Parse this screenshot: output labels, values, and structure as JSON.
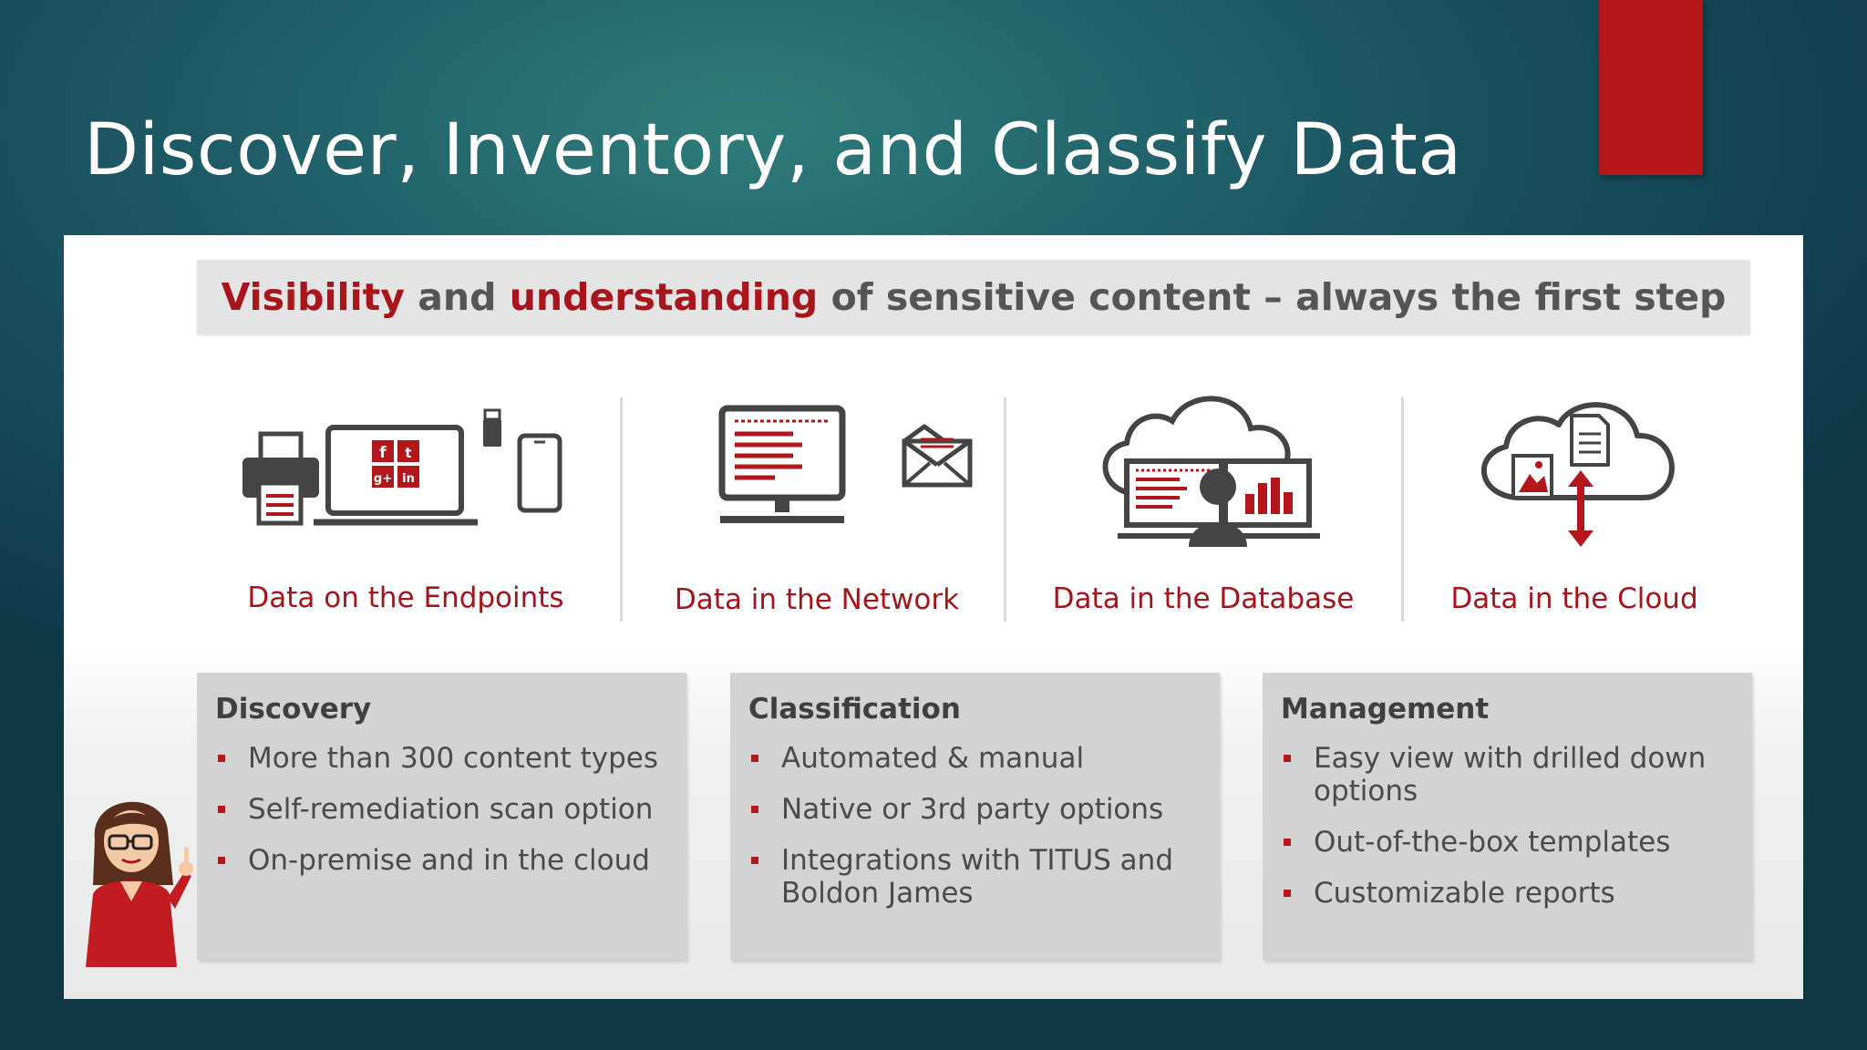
{
  "slide": {
    "title": "Discover, Inventory, and Classify Data"
  },
  "headline": {
    "part1": "Visibility",
    "part2": " and ",
    "part3": "understanding",
    "part4": " of sensitive content – always the first step"
  },
  "categories": [
    {
      "label": "Data on the Endpoints",
      "icon": "endpoints-devices-icon"
    },
    {
      "label": "Data in the Network",
      "icon": "network-monitor-icon"
    },
    {
      "label": "Data in the Database",
      "icon": "database-cloud-icon"
    },
    {
      "label": "Data in the Cloud",
      "icon": "cloud-storage-icon"
    }
  ],
  "cards": [
    {
      "title": "Discovery",
      "items": [
        "More than 300 content types",
        "Self-remediation scan option",
        "On-premise and in the cloud"
      ]
    },
    {
      "title": "Classification",
      "items": [
        "Automated & manual",
        "Native or 3rd party options",
        "Integrations with TITUS and Boldon James"
      ]
    },
    {
      "title": "Management",
      "items": [
        "Easy view with drilled down options",
        "Out-of-the-box templates",
        "Customizable reports"
      ]
    }
  ],
  "colors": {
    "accent_red": "#b3171b",
    "text_red": "#a8151c",
    "icon_gray": "#444444",
    "background_teal": "#1c5864"
  }
}
